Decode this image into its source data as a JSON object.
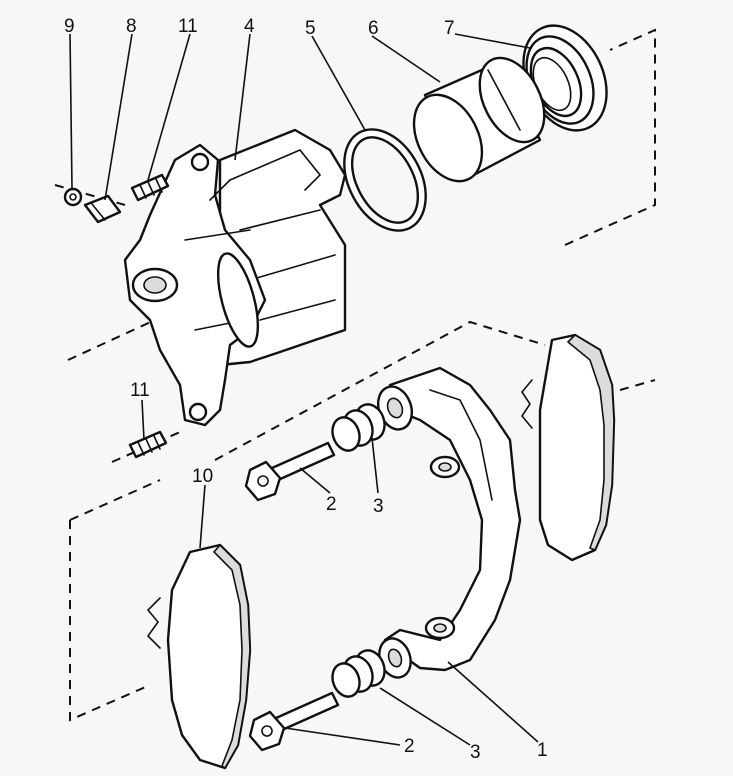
{
  "callouts": [
    {
      "id": "c9",
      "text": "9"
    },
    {
      "id": "c8",
      "text": "8"
    },
    {
      "id": "c11a",
      "text": "11"
    },
    {
      "id": "c4",
      "text": "4"
    },
    {
      "id": "c5",
      "text": "5"
    },
    {
      "id": "c6",
      "text": "6"
    },
    {
      "id": "c7",
      "text": "7"
    },
    {
      "id": "c11b",
      "text": "11"
    },
    {
      "id": "c10",
      "text": "10"
    },
    {
      "id": "c2a",
      "text": "2"
    },
    {
      "id": "c3a",
      "text": "3"
    },
    {
      "id": "c2b",
      "text": "2"
    },
    {
      "id": "c3b",
      "text": "3"
    },
    {
      "id": "c1",
      "text": "1"
    }
  ]
}
